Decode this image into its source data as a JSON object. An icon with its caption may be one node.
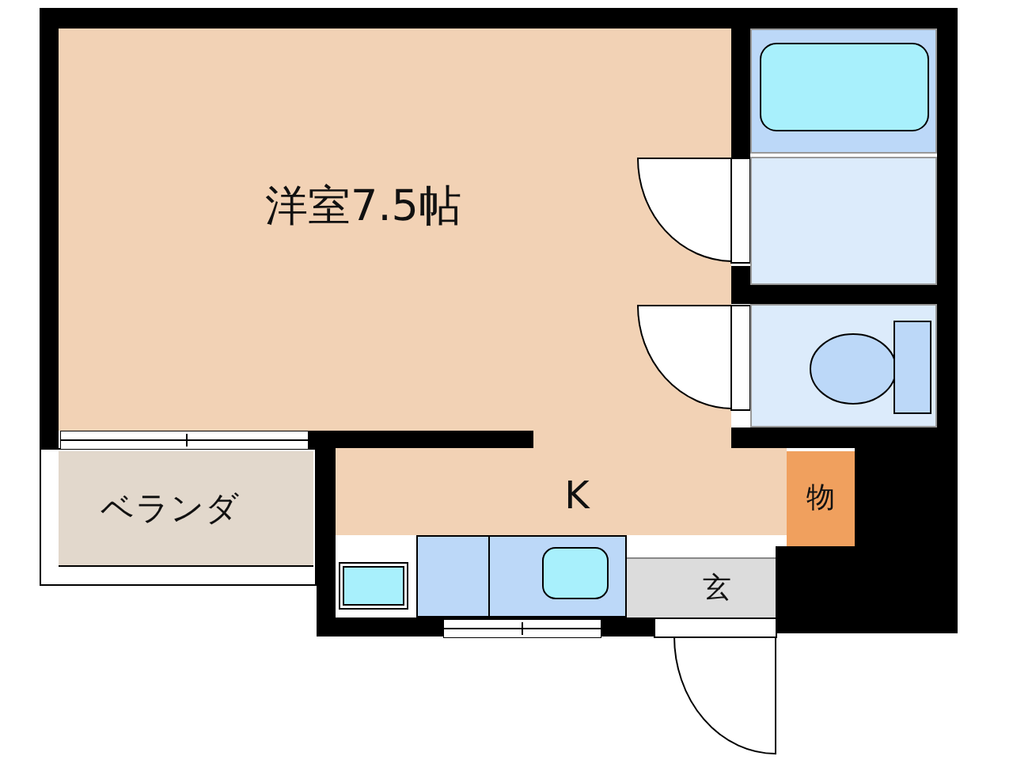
{
  "diagram": {
    "nodes": [
      {
        "text": [
          "洋室7.5帖"
        ]
      },
      {
        "text": [
          "K"
        ]
      },
      {
        "text": [
          "物"
        ]
      },
      {
        "text": [
          "玄"
        ]
      },
      {
        "text": [
          "ベランダ"
        ]
      },
      {
        "text": [],
        "shape": "box"
      },
      {
        "text": [],
        "shape": "box"
      },
      {
        "text": [],
        "shape": "box"
      }
    ]
  }
}
